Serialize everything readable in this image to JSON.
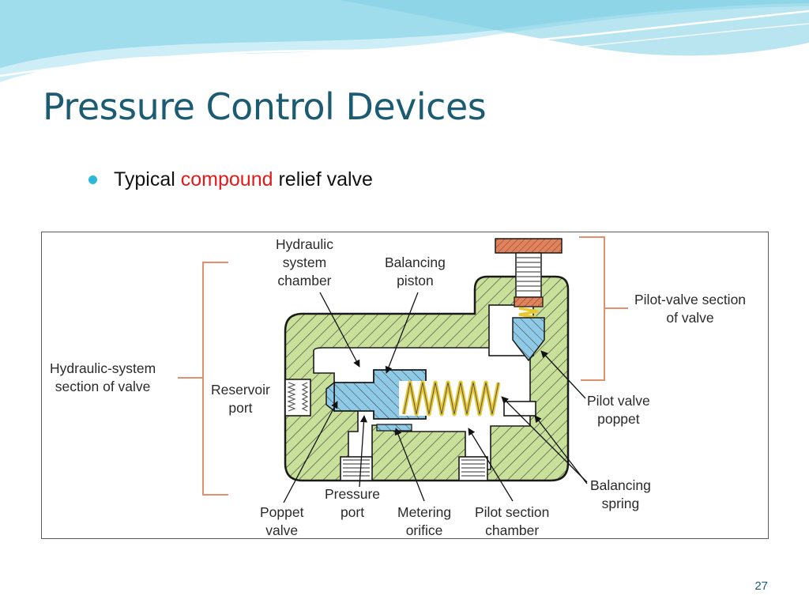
{
  "slide": {
    "title": "Pressure Control Devices",
    "bullet": {
      "before": "Typical",
      "highlight": "compound",
      "after": "relief valve"
    },
    "page_number": "27"
  },
  "diagram": {
    "labels": {
      "hydraulic_system_chamber": "Hydraulic\nsystem\nchamber",
      "balancing_piston": "Balancing\npiston",
      "pilot_valve_section": "Pilot-valve section\nof valve",
      "hydraulic_system_section": "Hydraulic-system\nsection of valve",
      "reservoir_port": "Reservoir\nport",
      "pilot_valve_poppet": "Pilot valve\npoppet",
      "balancing_spring": "Balancing\nspring",
      "poppet_valve": "Poppet\nvalve",
      "pressure_port": "Pressure\nport",
      "metering_orifice": "Metering\norifice",
      "pilot_section_chamber": "Pilot section\nchamber"
    }
  },
  "colors": {
    "title": "#1b5c73",
    "bullet_dot": "#2bb7d6",
    "highlight": "#e01b1b",
    "body_fill": "#c8e09a",
    "piston_fill": "#8ec9e6",
    "spring": "#e8c832",
    "knob_fill": "#e0825c",
    "bracket": "#e0906c"
  }
}
